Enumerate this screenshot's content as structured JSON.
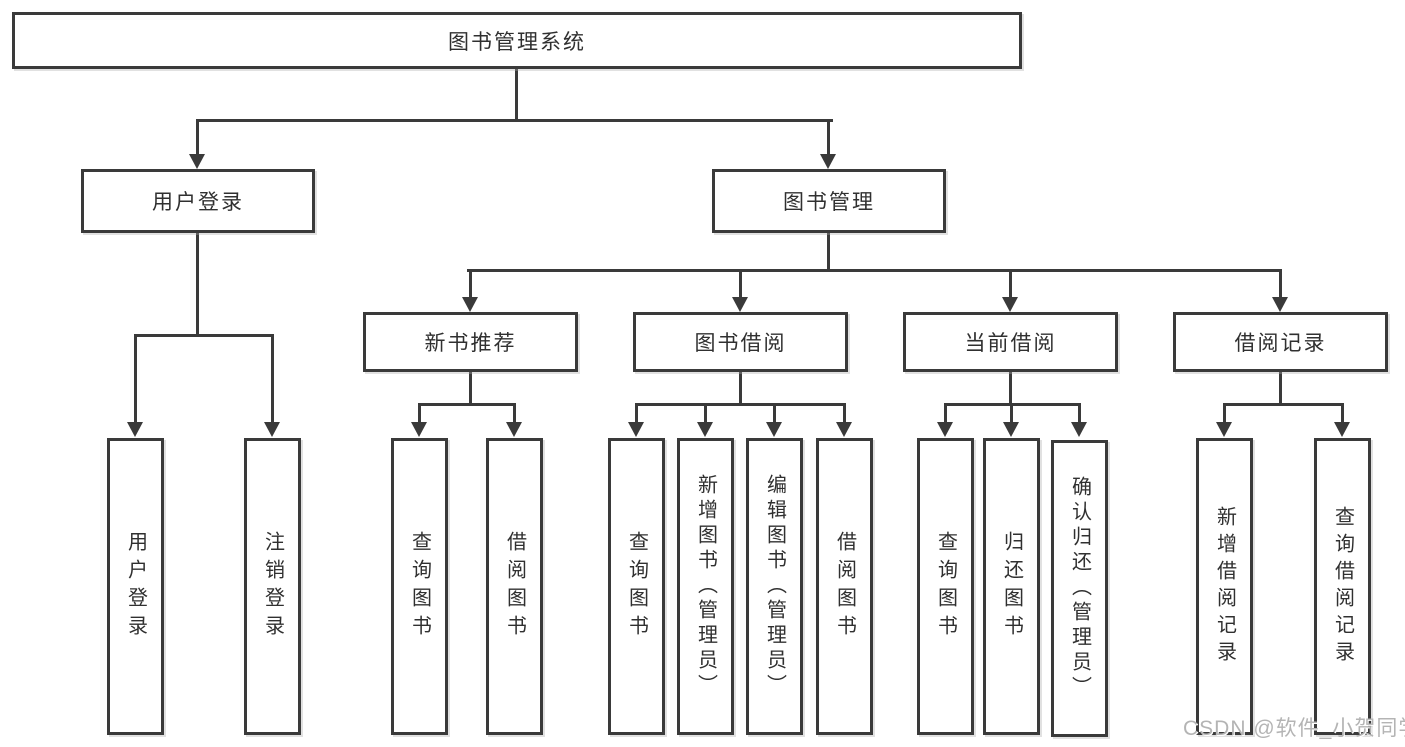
{
  "diagram": {
    "title": "图书管理系统",
    "root": {
      "label": "图书管理系统"
    },
    "level2": [
      {
        "label": "用户登录"
      },
      {
        "label": "图书管理"
      }
    ],
    "level3": [
      {
        "label": "新书推荐"
      },
      {
        "label": "图书借阅"
      },
      {
        "label": "当前借阅"
      },
      {
        "label": "借阅记录"
      }
    ],
    "leaves": {
      "user_login": [
        "用户登录",
        "注销登录"
      ],
      "new_books": [
        "查询图书",
        "借阅图书"
      ],
      "book_borrow": [
        "查询图书",
        "新增图书（管理员）",
        "编辑图书（管理员）",
        "借阅图书"
      ],
      "current_borrow": [
        "查询图书",
        "归还图书",
        "确认归还（管理员）"
      ],
      "borrow_records": [
        "新增借阅记录",
        "查询借阅记录"
      ]
    }
  },
  "watermark": {
    "text": "CSDN @软件_小贺同学"
  },
  "colors": {
    "line": "#3a3a3a",
    "text": "#303030",
    "watermark": "#b4b4b4",
    "background": "#ffffff"
  }
}
